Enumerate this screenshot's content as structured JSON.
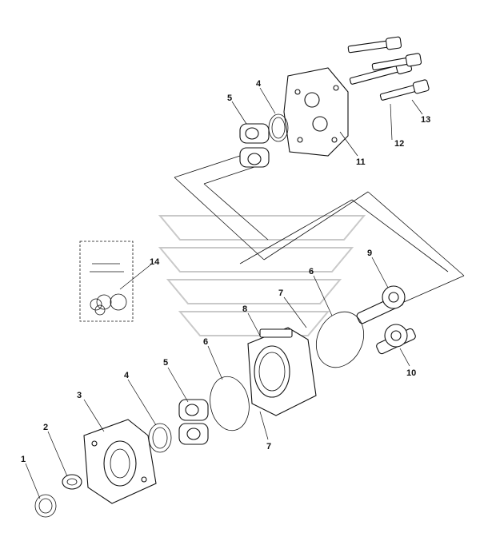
{
  "callouts": [
    {
      "id": "c1",
      "text": "1"
    },
    {
      "id": "c2",
      "text": "2"
    },
    {
      "id": "c3",
      "text": "3"
    },
    {
      "id": "c4a",
      "text": "4"
    },
    {
      "id": "c4b",
      "text": "4"
    },
    {
      "id": "c5a",
      "text": "5"
    },
    {
      "id": "c5b",
      "text": "5"
    },
    {
      "id": "c6a",
      "text": "6"
    },
    {
      "id": "c6b",
      "text": "6"
    },
    {
      "id": "c7a",
      "text": "7"
    },
    {
      "id": "c7b",
      "text": "7"
    },
    {
      "id": "c8",
      "text": "8"
    },
    {
      "id": "c9",
      "text": "9"
    },
    {
      "id": "c10",
      "text": "10"
    },
    {
      "id": "c11",
      "text": "11"
    },
    {
      "id": "c12",
      "text": "12"
    },
    {
      "id": "c13",
      "text": "13"
    },
    {
      "id": "c14",
      "text": "14"
    }
  ]
}
